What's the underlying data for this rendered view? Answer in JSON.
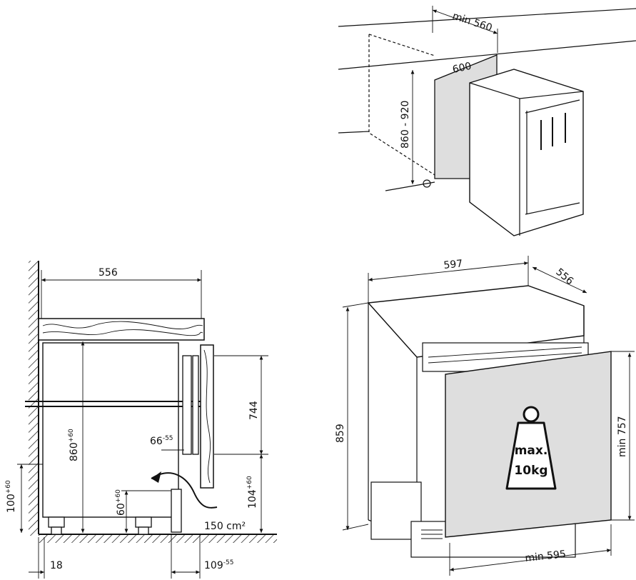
{
  "top_figure": {
    "width_label": "min 560",
    "niche_width_label": "600",
    "height_label": "860 - 920"
  },
  "section_figure": {
    "depth_label": "556",
    "door_height_label": "744",
    "total_height_base": "860",
    "total_height_sup": "+60",
    "gap_base": "66",
    "gap_sup": "-55",
    "plinth_base": "100",
    "plinth_sup": "+60",
    "vent_height_base": "60",
    "vent_height_sup": "+60",
    "vent_right_base": "104",
    "vent_right_sup": "+60",
    "vent_area_label": "150 cm²",
    "left_offset_label": "18",
    "bottom_base": "109",
    "bottom_sup": "-55"
  },
  "product_figure": {
    "width_label": "597",
    "depth_label": "556",
    "height_label": "859",
    "min_height_label": "min 757",
    "min_width_label": "min 595",
    "max_line1": "max.",
    "max_line2": "10kg"
  },
  "colors": {
    "line": "#111111",
    "fill": "#dedede",
    "background": "#ffffff"
  }
}
